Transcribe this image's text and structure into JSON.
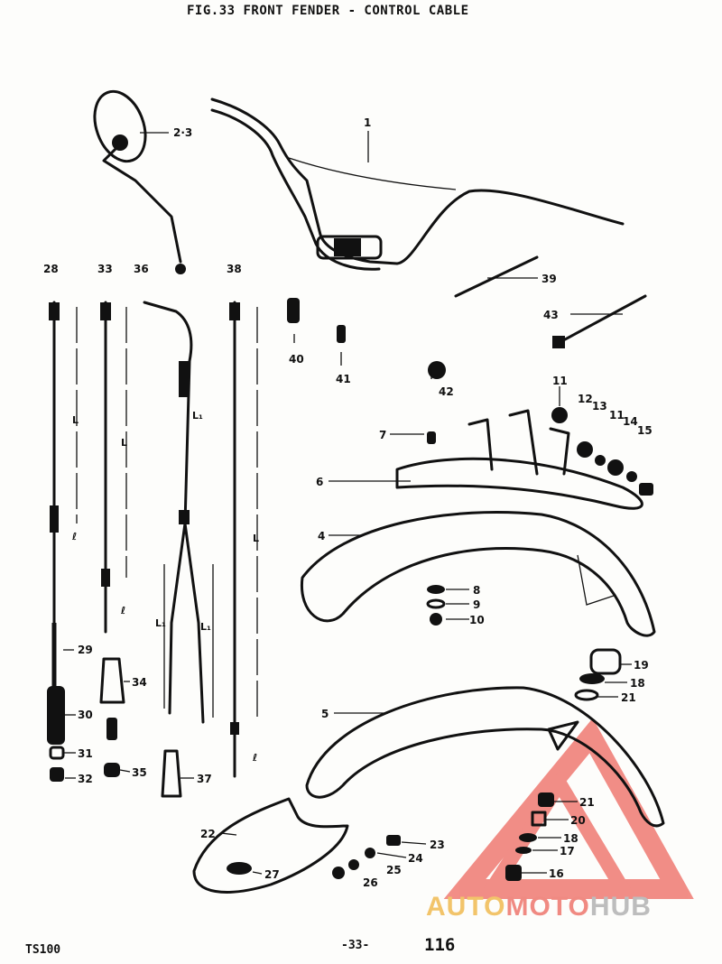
{
  "title": "FIG.33 FRONT FENDER - CONTROL CABLE",
  "footer": {
    "model": "TS100",
    "page": "-33-",
    "sheet": "116"
  },
  "callouts": {
    "c1": "1",
    "c23": "2·3",
    "c4": "4",
    "c5": "5",
    "c6": "6",
    "c7": "7",
    "c8": "8",
    "c9": "9",
    "c10": "10",
    "c11a": "11",
    "c11b": "11",
    "c12": "12",
    "c13": "13",
    "c14": "14",
    "c15": "15",
    "c16": "16",
    "c17": "17",
    "c18a": "18",
    "c18b": "18",
    "c19": "19",
    "c20": "20",
    "c21a": "21",
    "c21b": "21",
    "c22": "22",
    "c23b": "23",
    "c24": "24",
    "c25": "25",
    "c26": "26",
    "c27": "27",
    "c28": "28",
    "c29": "29",
    "c30": "30",
    "c31": "31",
    "c32": "32",
    "c33": "33",
    "c34": "34",
    "c35": "35",
    "c36": "36",
    "c37": "37",
    "c38": "38",
    "c39": "39",
    "c40": "40",
    "c41": "41",
    "c42": "42",
    "c43": "43"
  },
  "dimensions": {
    "L": "L",
    "l": "ℓ",
    "L1": "L₁"
  },
  "watermark": {
    "part1": "AUTO",
    "part2": "MOTO",
    "part3": "HUB",
    "colors": {
      "auto": "#f2c46a",
      "moto": "#f08a82",
      "hub": "#bdbdbd",
      "triangle": "#f07a72"
    }
  }
}
